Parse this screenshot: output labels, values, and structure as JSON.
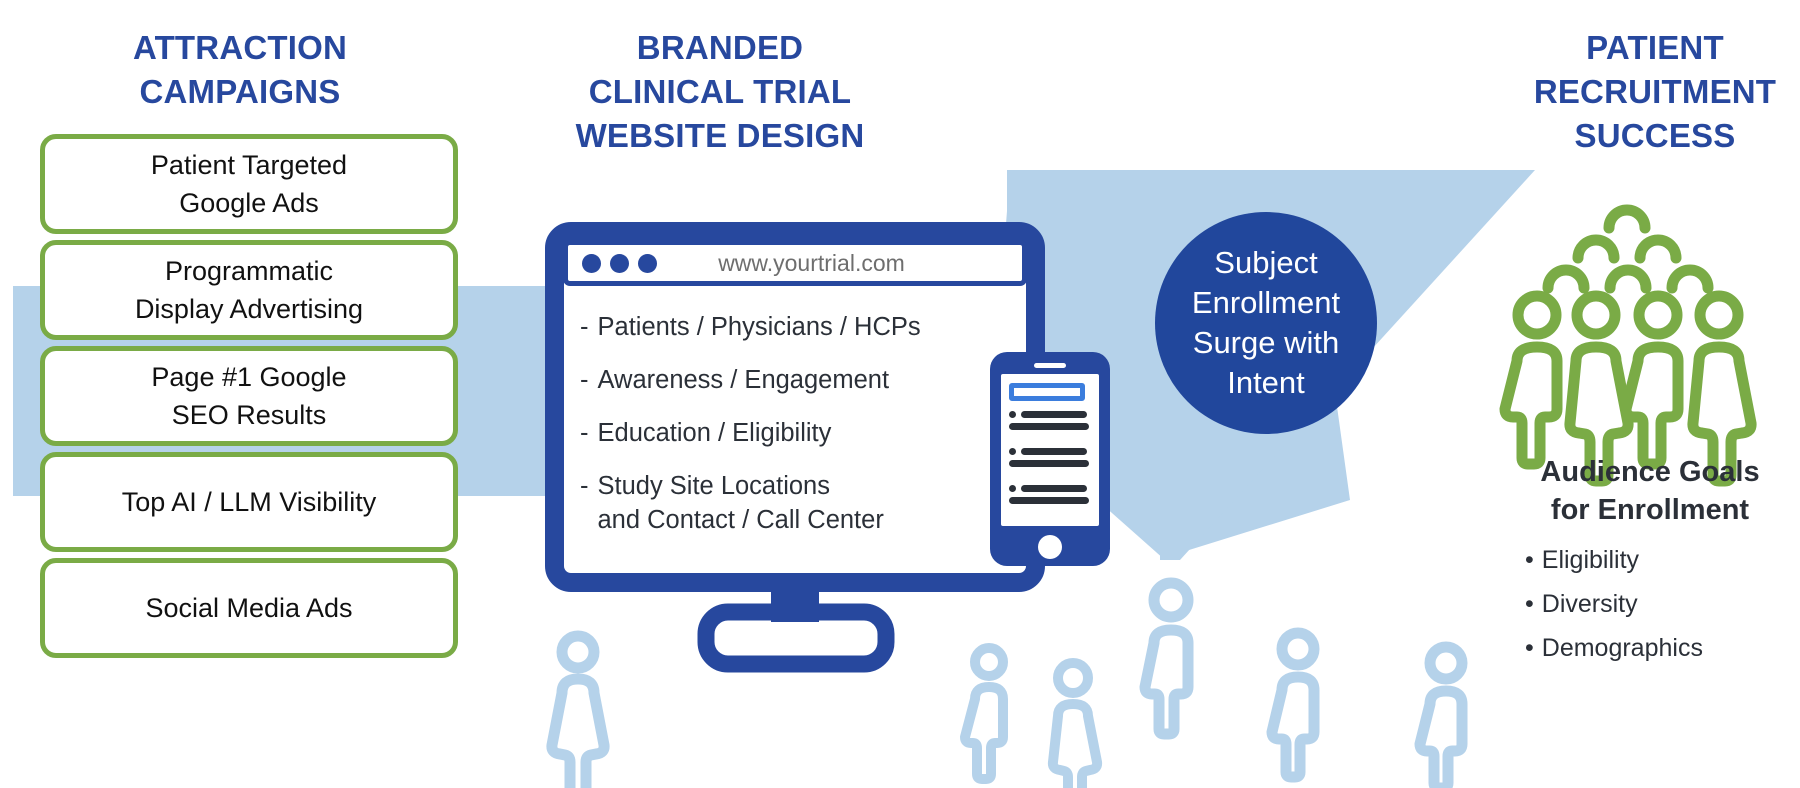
{
  "colors": {
    "brand_blue": "#27489e",
    "deep_blue": "#21479c",
    "light_blue": "#b5d2ea",
    "green": "#7aab46",
    "phone_accent": "#3b7ddd",
    "text_dark": "#2b3038",
    "url_gray": "#6e6e6e"
  },
  "headings": {
    "left": "ATTRACTION\nCAMPAIGNS",
    "left_line1": "ATTRACTION",
    "left_line2": "CAMPAIGNS",
    "center_line1": "BRANDED",
    "center_line2": "CLINICAL TRIAL",
    "center_line3": "WEBSITE DESIGN",
    "right_line1": "PATIENT",
    "right_line2": "RECRUITMENT",
    "right_line3": "SUCCESS"
  },
  "attraction_campaigns": [
    {
      "line1": "Patient Targeted",
      "line2": "Google Ads"
    },
    {
      "line1": "Programmatic",
      "line2": "Display Advertising"
    },
    {
      "line1": "Page #1 Google",
      "line2": "SEO Results"
    },
    {
      "line1": "Top AI / LLM Visibility",
      "line2": ""
    },
    {
      "line1": "Social Media Ads",
      "line2": ""
    }
  ],
  "browser": {
    "url": "www.yourtrial.com",
    "dots_count": 3,
    "bullets": [
      {
        "marker": "-",
        "line1": "Patients / Physicians / HCPs",
        "line2": ""
      },
      {
        "marker": "-",
        "line1": "Awareness / Engagement",
        "line2": ""
      },
      {
        "marker": "-",
        "line1": "Education / Eligibility",
        "line2": ""
      },
      {
        "marker": "-",
        "line1": "Study Site Locations",
        "line2": "and Contact / Call Center"
      }
    ]
  },
  "badge": {
    "line1": "Subject",
    "line2": "Enrollment",
    "line3": "Surge with",
    "line4": "Intent"
  },
  "audience": {
    "title_line1": "Audience Goals",
    "title_line2": "for Enrollment",
    "bullet_char": "•",
    "items": [
      "Eligibility",
      "Diversity",
      "Demographics"
    ]
  }
}
